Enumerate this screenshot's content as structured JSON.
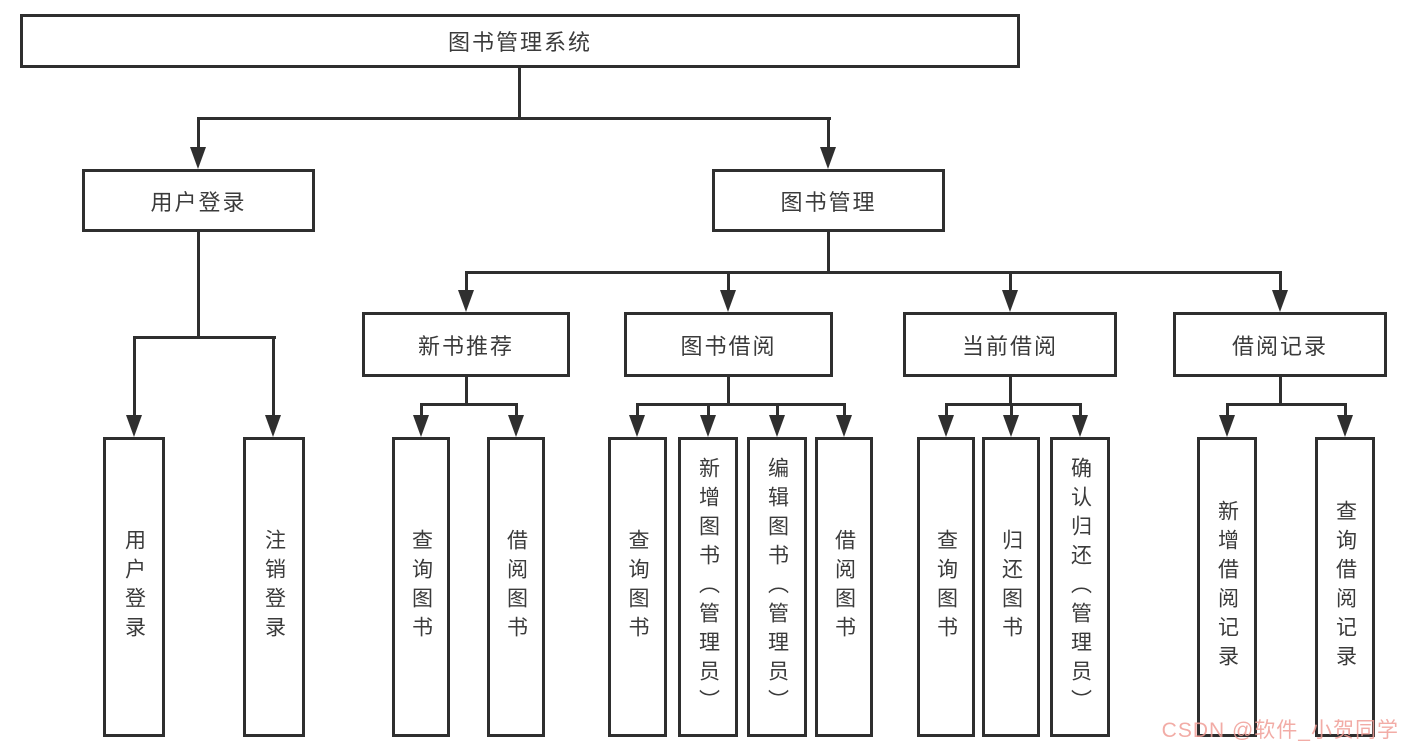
{
  "page": {
    "background": "#ffffff"
  },
  "colors": {
    "line": "#2f2f2f",
    "box_border": "#2f2f2f",
    "text": "#3b3b3b",
    "watermark": "#f09e96"
  },
  "diagram": {
    "type": "hierarchy-tree",
    "root": {
      "label": "图书管理系统"
    },
    "level2": [
      {
        "label": "用户登录"
      },
      {
        "label": "图书管理"
      }
    ],
    "level3": [
      {
        "label": "新书推荐"
      },
      {
        "label": "图书借阅"
      },
      {
        "label": "当前借阅"
      },
      {
        "label": "借阅记录"
      }
    ],
    "leaves": {
      "user": [
        "用户登录",
        "注销登录"
      ],
      "recommend": [
        "查询图书",
        "借阅图书"
      ],
      "borrow": [
        "查询图书",
        "新增图书（管理员）",
        "编辑图书（管理员）",
        "借阅图书"
      ],
      "current": [
        "查询图书",
        "归还图书",
        "确认归还（管理员）"
      ],
      "records": [
        "新增借阅记录",
        "查询借阅记录"
      ]
    }
  },
  "watermark": {
    "text": "CSDN @软件_小贺同学"
  }
}
